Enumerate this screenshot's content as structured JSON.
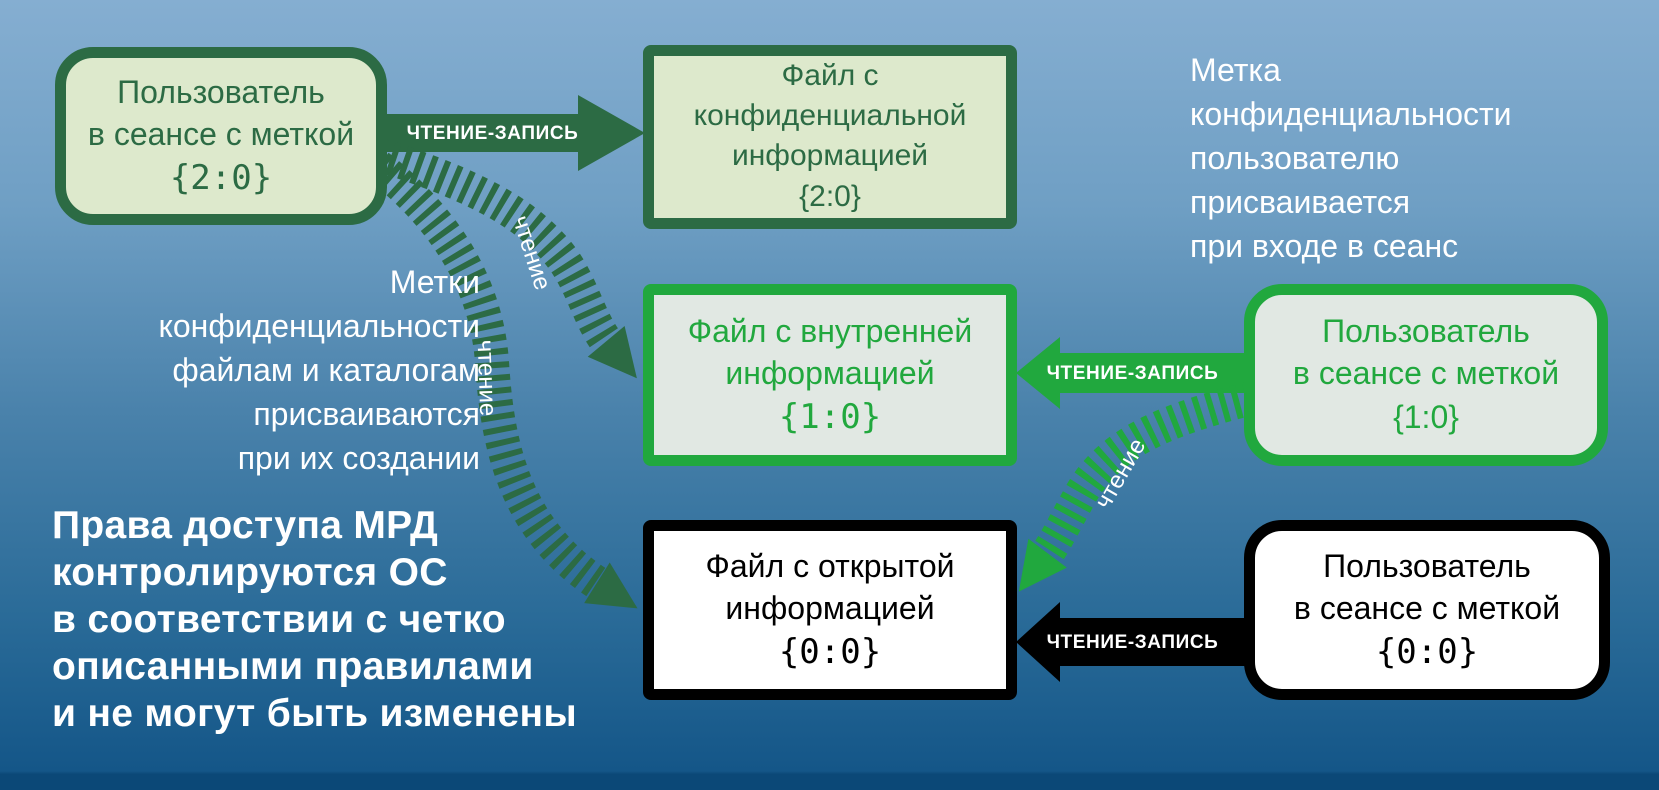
{
  "colors": {
    "dark_green": "#2c6b44",
    "dark_green_fill": "#dde9cc",
    "bright_green": "#21a83e",
    "bright_green_fill": "#e1e8e3",
    "black": "#000000",
    "white_fill": "#ffffff",
    "bg_top": "#85aed1",
    "bg_bottom": "#145688",
    "bg_strip": "#0b4877",
    "note_text": "#ffffff"
  },
  "boxes": [
    {
      "id": "user-2-0",
      "lines": [
        "Пользователь",
        "в сеансе с меткой"
      ],
      "label": "{2:0}",
      "label_mono": true,
      "theme": "dark-green",
      "shape": "rounded"
    },
    {
      "id": "file-2-0",
      "lines": [
        "Файл с",
        "конфиденциальной",
        "информацией"
      ],
      "label": "{2:0}",
      "label_mono": false,
      "theme": "dark-green",
      "shape": "square"
    },
    {
      "id": "file-1-0",
      "lines": [
        "Файл с внутренней",
        "информацией"
      ],
      "label": "{1:0}",
      "label_mono": true,
      "theme": "bright-green",
      "shape": "square"
    },
    {
      "id": "user-1-0",
      "lines": [
        "Пользователь",
        "в сеансе с меткой"
      ],
      "label": "{1:0}",
      "label_mono": false,
      "theme": "bright-green",
      "shape": "rounded"
    },
    {
      "id": "file-0-0",
      "lines": [
        "Файл с открытой",
        "информацией"
      ],
      "label": "{0:0}",
      "label_mono": true,
      "theme": "black",
      "shape": "square"
    },
    {
      "id": "user-0-0",
      "lines": [
        "Пользователь",
        "в сеансе с меткой"
      ],
      "label": "{0:0}",
      "label_mono": true,
      "theme": "black",
      "shape": "rounded"
    }
  ],
  "arrows": {
    "rw_top": {
      "label": "ЧТЕНИЕ-ЗАПИСЬ",
      "style": "solid",
      "color": "#2c6b44",
      "direction": "right"
    },
    "rw_mid": {
      "label": "ЧТЕНИЕ-ЗАПИСЬ",
      "style": "solid",
      "color": "#21a83e",
      "direction": "left"
    },
    "rw_bottom": {
      "label": "ЧТЕНИЕ-ЗАПИСЬ",
      "style": "solid",
      "color": "#000000",
      "direction": "left"
    },
    "read_user2_to_file1": {
      "label": "чтение",
      "style": "striped",
      "color": "#2c6b44"
    },
    "read_user2_to_file0": {
      "label": "чтение",
      "style": "striped",
      "color": "#2c6b44"
    },
    "read_user1_to_file0": {
      "label": "чтение",
      "style": "striped",
      "color": "#21a83e"
    }
  },
  "notes": {
    "top_right": {
      "lines": [
        "Метка",
        "конфиденциальности",
        "пользователю",
        "присваивается",
        "при входе в сеанс"
      ]
    },
    "mid_left": {
      "lines": [
        "Метки",
        "конфиденциальности",
        "файлам и каталогам",
        "присваиваются",
        "при их создании"
      ]
    },
    "bottom_left": {
      "lines": [
        "Права доступа МРД",
        "контролируются ОС",
        "в соответствии с четко",
        "описанными правилами",
        "и не могут быть изменены"
      ]
    }
  }
}
